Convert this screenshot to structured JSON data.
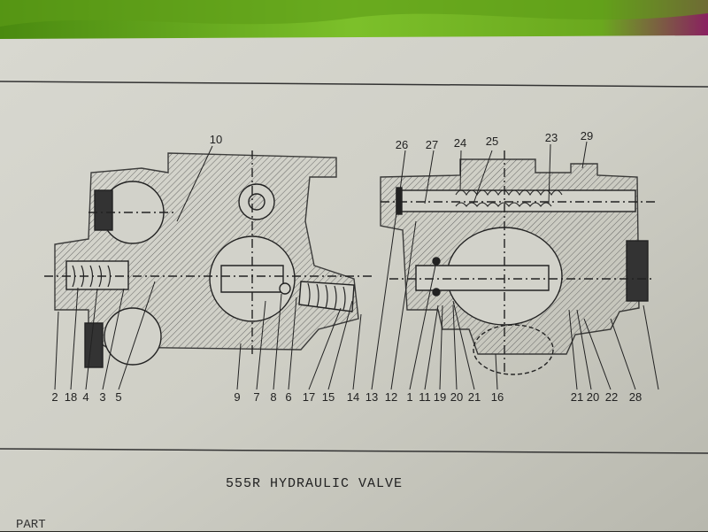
{
  "caption": "555R HYDRAULIC VALVE",
  "footer_text": "PART",
  "labels": {
    "top_left": [
      "10"
    ],
    "top_right": [
      "26",
      "27",
      "24",
      "25",
      "23",
      "29"
    ],
    "bottom": [
      "2",
      "18",
      "4",
      "3",
      "5",
      "9",
      "7",
      "8",
      "6",
      "17",
      "15",
      "14",
      "13",
      "12",
      "1",
      "11",
      "19",
      "20",
      "21",
      "16",
      "21",
      "20",
      "22",
      "28"
    ]
  },
  "colors": {
    "paper": "#d4d4cc",
    "ink": "#222222",
    "fabric": "#7cc02a"
  }
}
